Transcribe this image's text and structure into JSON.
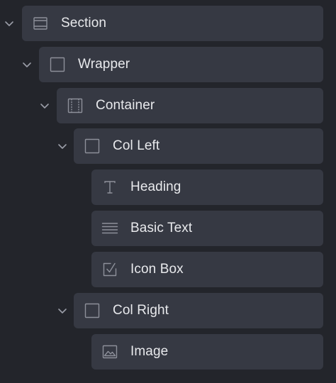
{
  "tree": {
    "items": [
      {
        "label": "Section",
        "icon": "section-icon",
        "expanded": true
      },
      {
        "label": "Wrapper",
        "icon": "square-icon",
        "expanded": true
      },
      {
        "label": "Container",
        "icon": "container-icon",
        "expanded": true
      },
      {
        "label": "Col Left",
        "icon": "square-icon",
        "expanded": true
      },
      {
        "label": "Heading",
        "icon": "heading-icon"
      },
      {
        "label": "Basic Text",
        "icon": "text-lines-icon"
      },
      {
        "label": "Icon Box",
        "icon": "checkbox-icon"
      },
      {
        "label": "Col Right",
        "icon": "square-icon",
        "expanded": true
      },
      {
        "label": "Image",
        "icon": "image-icon"
      }
    ]
  },
  "colors": {
    "background": "#23252b",
    "row": "#363943",
    "text": "#e8e9ec",
    "icon": "#8d909a"
  }
}
